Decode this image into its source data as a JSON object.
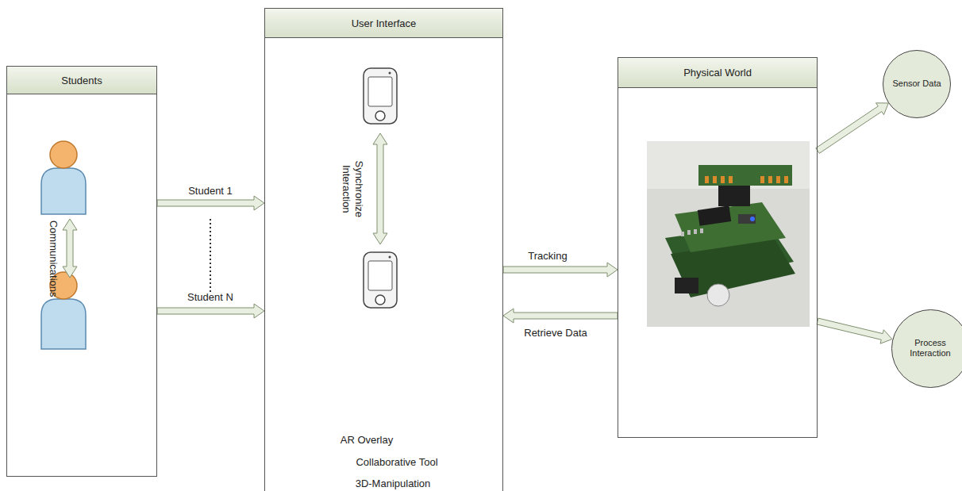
{
  "diagram": {
    "nodes": [
      {
        "text": [
          "Students"
        ]
      },
      {
        "text": [
          "User Interface"
        ]
      },
      {
        "text": [
          "Physical World"
        ]
      },
      {
        "text": [
          "Sensor Data"
        ]
      },
      {
        "text": [
          "Process Interaction"
        ]
      }
    ],
    "edges": [
      {
        "from": 0,
        "to": 1,
        "label": "Student 1",
        "arrow": "to"
      },
      {
        "from": 0,
        "to": 1,
        "label": "Student N",
        "arrow": "to"
      },
      {
        "from": 1,
        "to": 2,
        "label": "Tracking",
        "arrow": "to"
      },
      {
        "from": 2,
        "to": 1,
        "label": "Retrieve Data",
        "arrow": "to"
      },
      {
        "from": 2,
        "to": 3,
        "arrow": "to"
      },
      {
        "from": 2,
        "to": 4,
        "arrow": "to"
      }
    ],
    "labels": [
      "Communications",
      "Synchronize Interaction",
      "AR Overlay",
      "Collaborative Tool",
      "3D-Manipulation"
    ]
  }
}
